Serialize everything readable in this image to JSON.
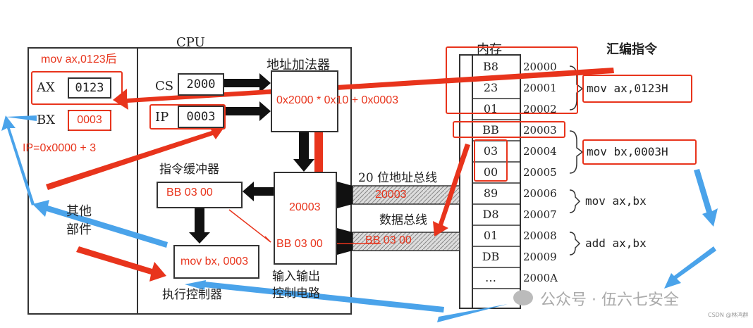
{
  "cpu_label": "CPU",
  "memory_label": "内存",
  "instructions_label": "汇编指令",
  "after_note": "mov ax,0123后",
  "registers": {
    "ax": {
      "name": "AX",
      "value": "0123"
    },
    "bx": {
      "name": "BX",
      "value": "0003"
    },
    "cs": {
      "name": "CS",
      "value": "2000"
    },
    "ip": {
      "name": "IP",
      "value": "0003"
    }
  },
  "ip_note": "IP=0x0000 + 3",
  "adder": {
    "label": "地址加法器",
    "formula": "0x2000 * 0x10 + 0x0003"
  },
  "instr_buffer": {
    "label": "指令缓冲器",
    "content": "BB 03 00"
  },
  "exec": {
    "label": "执行控制器",
    "content": "mov bx, 0003"
  },
  "io": {
    "label_line1": "输入输出",
    "label_line2": "控制电路",
    "address": "20003",
    "data": "BB 03 00"
  },
  "other_parts": {
    "line1": "其他",
    "line2": "部件"
  },
  "address_bus": {
    "label": "20 位地址总线",
    "value": "20003"
  },
  "data_bus": {
    "label": "数据总线",
    "value": "BB 03 00"
  },
  "memory_cells": [
    {
      "value": "B8",
      "address": "20000"
    },
    {
      "value": "23",
      "address": "20001"
    },
    {
      "value": "01",
      "address": "20002"
    },
    {
      "value": "BB",
      "address": "20003"
    },
    {
      "value": "03",
      "address": "20004"
    },
    {
      "value": "00",
      "address": "20005"
    },
    {
      "value": "89",
      "address": "20006"
    },
    {
      "value": "D8",
      "address": "20007"
    },
    {
      "value": "01",
      "address": "20008"
    },
    {
      "value": "DB",
      "address": "20009"
    },
    {
      "value": "…",
      "address": "2000A"
    }
  ],
  "instructions": [
    "mov ax,0123H",
    "mov bx,0003H",
    "mov ax,bx",
    "add ax,bx"
  ],
  "watermark": "公众号 · 伍六七安全",
  "credit": "CSDN @林鸿群",
  "colors": {
    "annotation_red": "#e8341c",
    "arrow_blue": "#4aa3ea",
    "line_dark": "#333333"
  }
}
